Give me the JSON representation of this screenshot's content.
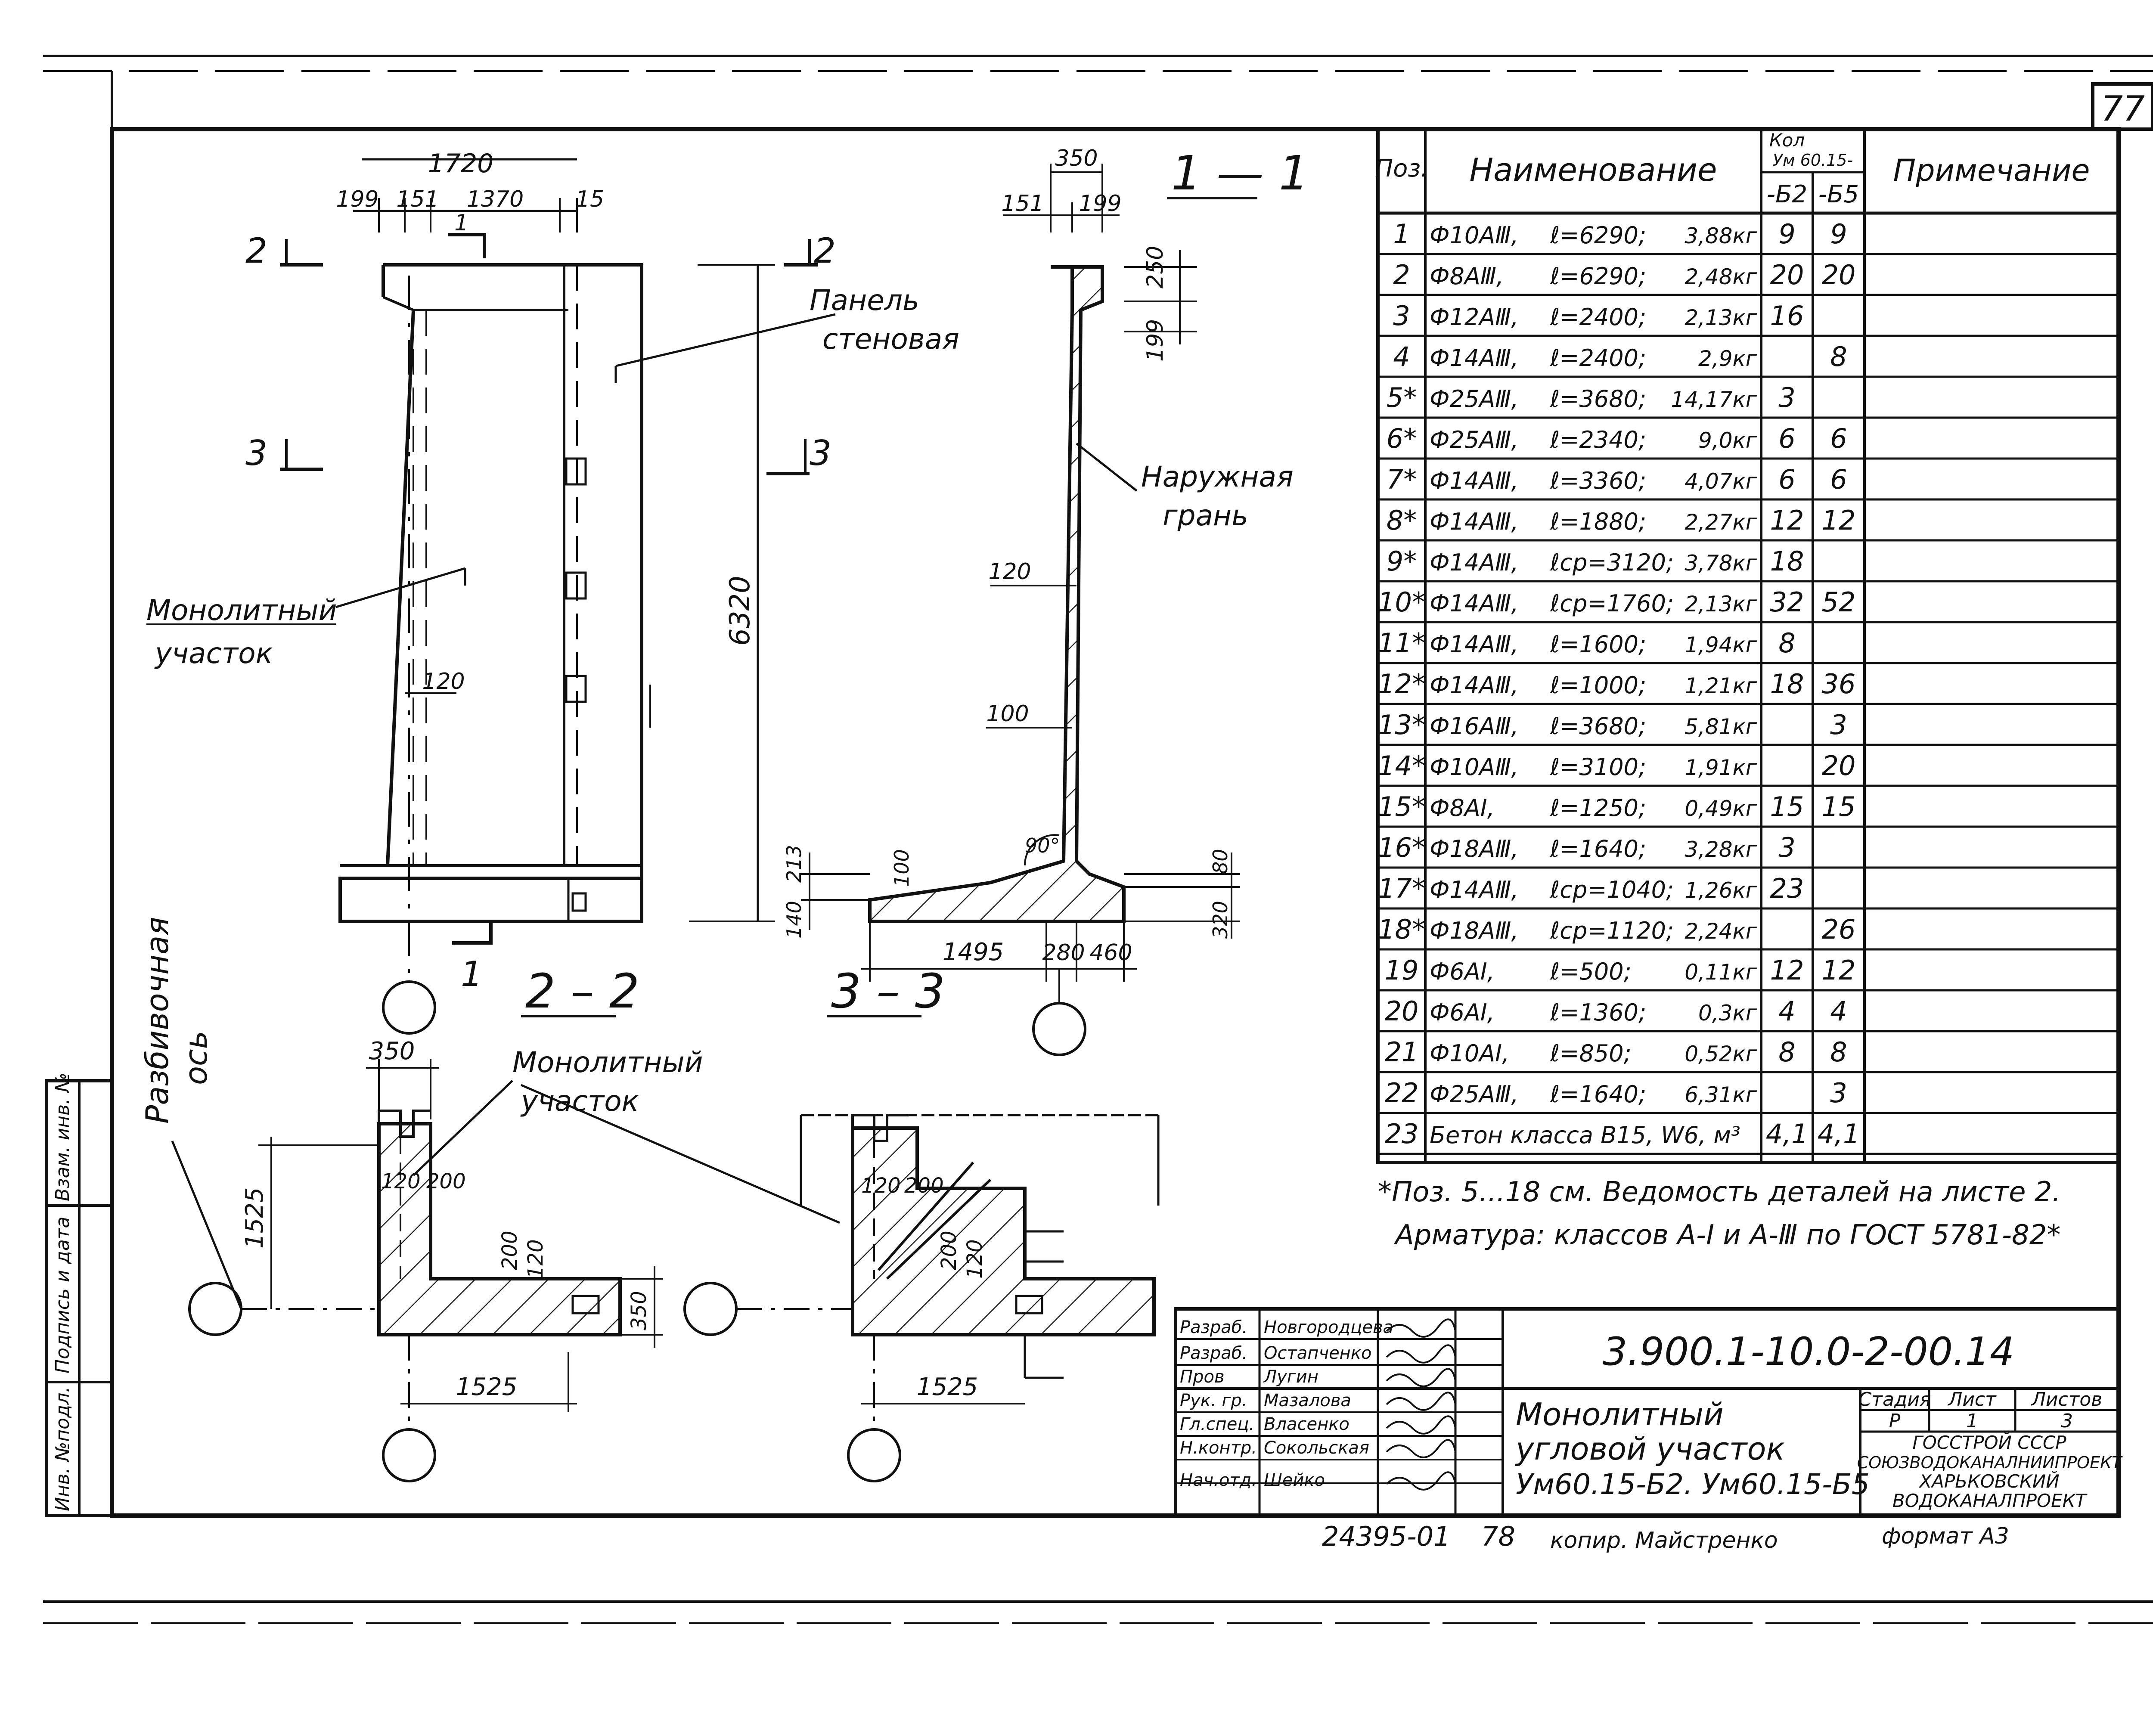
{
  "sheet": {
    "page_number": "77",
    "archive_number": "24395-01",
    "archive_suffix": "78",
    "copied_by": "копир. Майстренко",
    "format": "формат А3"
  },
  "drawing": {
    "dim_1720": "1720",
    "dim_199a": "199",
    "dim_151a": "151",
    "dim_1370": "1370",
    "dim_15": "15",
    "cut_1_top": "1",
    "cut_1_bottom": "1",
    "cut_2_left": "2",
    "cut_2_right": "2",
    "cut_3_left": "3",
    "cut_3_right": "3",
    "label_panel_1": "Панель",
    "label_panel_2": "стеновая",
    "label_monolith_1": "Монолитный",
    "label_monolith_2": "участок",
    "dim_120_front": "120",
    "dim_6320": "6320",
    "dim_350_sec": "350",
    "dim_151_sec": "151",
    "dim_199_sec": "199",
    "dim_250": "250",
    "dim_199_side": "199",
    "section_1_1": "1 — 1",
    "label_outer_1": "Наружная",
    "label_outer_2": "грань",
    "dim_120_sec": "120",
    "dim_100_sec": "100",
    "dim_100_low": "100",
    "dim_90": "90°",
    "dim_213": "213",
    "dim_140": "140",
    "dim_80": "80",
    "dim_320": "320",
    "dim_1495": "1495",
    "dim_280": "280",
    "dim_460": "460",
    "section_2_2": "2 – 2",
    "section_3_3": "3 – 3",
    "label_axis_1": "Разбивочная",
    "label_axis_2": "ось",
    "dim_350_plan": "350",
    "label_monolith2_1": "Монолитный",
    "label_monolith2_2": "участок",
    "dim_1525_v": "1525",
    "dim_120_plan": "120",
    "dim_200_plan": "200",
    "dim_200_plan_v": "200",
    "dim_120_plan_v": "120",
    "dim_350_plan_v": "350",
    "dim_1525_h": "1525",
    "dim_200_p3": "200",
    "dim_120_p3": "120",
    "dim_200_p3_v": "200",
    "dim_120_p3_v": "120",
    "dim_1525_p3": "1525"
  },
  "spec_table": {
    "headers": {
      "pos": "Поз.",
      "name": "Наименование",
      "qty_1": "Кол",
      "qty_2": "Ум 60.15-",
      "b2": "-Б2",
      "b5": "-Б5",
      "note": "Примечание"
    },
    "rows": [
      {
        "pos": "1",
        "bar": "Ф10АⅢ,",
        "len": "ℓ=6290;",
        "mass": "3,88кг",
        "b2": "9",
        "b5": "9"
      },
      {
        "pos": "2",
        "bar": "Ф8АⅢ,",
        "len": "ℓ=6290;",
        "mass": "2,48кг",
        "b2": "20",
        "b5": "20"
      },
      {
        "pos": "3",
        "bar": "Ф12АⅢ,",
        "len": "ℓ=2400;",
        "mass": "2,13кг",
        "b2": "16",
        "b5": ""
      },
      {
        "pos": "4",
        "bar": "Ф14АⅢ,",
        "len": "ℓ=2400;",
        "mass": "2,9кг",
        "b2": "",
        "b5": "8"
      },
      {
        "pos": "5*",
        "bar": "Ф25АⅢ,",
        "len": "ℓ=3680;",
        "mass": "14,17кг",
        "b2": "3",
        "b5": ""
      },
      {
        "pos": "6*",
        "bar": "Ф25АⅢ,",
        "len": "ℓ=2340;",
        "mass": "9,0кг",
        "b2": "6",
        "b5": "6"
      },
      {
        "pos": "7*",
        "bar": "Ф14АⅢ,",
        "len": "ℓ=3360;",
        "mass": "4,07кг",
        "b2": "6",
        "b5": "6"
      },
      {
        "pos": "8*",
        "bar": "Ф14АⅢ,",
        "len": "ℓ=1880;",
        "mass": "2,27кг",
        "b2": "12",
        "b5": "12"
      },
      {
        "pos": "9*",
        "bar": "Ф14АⅢ,",
        "len": "ℓср=3120;",
        "mass": "3,78кг",
        "b2": "18",
        "b5": ""
      },
      {
        "pos": "10*",
        "bar": "Ф14АⅢ,",
        "len": "ℓср=1760;",
        "mass": "2,13кг",
        "b2": "32",
        "b5": "52"
      },
      {
        "pos": "11*",
        "bar": "Ф14АⅢ,",
        "len": "ℓ=1600;",
        "mass": "1,94кг",
        "b2": "8",
        "b5": ""
      },
      {
        "pos": "12*",
        "bar": "Ф14АⅢ,",
        "len": "ℓ=1000;",
        "mass": "1,21кг",
        "b2": "18",
        "b5": "36"
      },
      {
        "pos": "13*",
        "bar": "Ф16АⅢ,",
        "len": "ℓ=3680;",
        "mass": "5,81кг",
        "b2": "",
        "b5": "3"
      },
      {
        "pos": "14*",
        "bar": "Ф10АⅢ,",
        "len": "ℓ=3100;",
        "mass": "1,91кг",
        "b2": "",
        "b5": "20"
      },
      {
        "pos": "15*",
        "bar": "Ф8АⅠ,",
        "len": "ℓ=1250;",
        "mass": "0,49кг",
        "b2": "15",
        "b5": "15"
      },
      {
        "pos": "16*",
        "bar": "Ф18АⅢ,",
        "len": "ℓ=1640;",
        "mass": "3,28кг",
        "b2": "3",
        "b5": ""
      },
      {
        "pos": "17*",
        "bar": "Ф14АⅢ,",
        "len": "ℓср=1040;",
        "mass": "1,26кг",
        "b2": "23",
        "b5": ""
      },
      {
        "pos": "18*",
        "bar": "Ф18АⅢ,",
        "len": "ℓср=1120;",
        "mass": "2,24кг",
        "b2": "",
        "b5": "26"
      },
      {
        "pos": "19",
        "bar": "Ф6АⅠ,",
        "len": "ℓ=500;",
        "mass": "0,11кг",
        "b2": "12",
        "b5": "12"
      },
      {
        "pos": "20",
        "bar": "Ф6АⅠ,",
        "len": "ℓ=1360;",
        "mass": "0,3кг",
        "b2": "4",
        "b5": "4"
      },
      {
        "pos": "21",
        "bar": "Ф10АⅠ,",
        "len": "ℓ=850;",
        "mass": "0,52кг",
        "b2": "8",
        "b5": "8"
      },
      {
        "pos": "22",
        "bar": "Ф25АⅢ,",
        "len": "ℓ=1640;",
        "mass": "6,31кг",
        "b2": "",
        "b5": "3"
      },
      {
        "pos": "23",
        "bar": "Бетон класса В15, W6, м³",
        "len": "",
        "mass": "",
        "b2": "4,1",
        "b5": "4,1"
      }
    ]
  },
  "notes": {
    "line_1": "*Поз. 5...18 см. Ведомость деталей на листе 2.",
    "line_2": "Арматура: классов А-Ⅰ и А-Ⅲ по ГОСТ 5781-82*"
  },
  "side_stamp": {
    "col_1": "Инв. №подл.",
    "col_2": "Подпись и дата",
    "col_3": "Взам. инв. №"
  },
  "title_block": {
    "doc_code": "3.900.1-10.0-2-00.14",
    "title_1": "Монолитный",
    "title_2": "угловой участок",
    "title_3": "Ум60.15-Б2. Ум60.15-Б5",
    "stage_label": "Стадия",
    "sheet_label": "Лист",
    "sheets_label": "Листов",
    "stage": "Р",
    "sheet": "1",
    "sheets": "3",
    "org_1": "ГОССТРОЙ СССР",
    "org_2": "СОЮЗВОДОКАНАЛНИИПРОЕКТ",
    "org_3": "ХАРЬКОВСКИЙ",
    "org_4": "ВОДОКАНАЛПРОЕКТ",
    "staff": [
      {
        "role": "Разраб.",
        "name": "Новгородцева"
      },
      {
        "role": "Разраб.",
        "name": "Остапченко"
      },
      {
        "role": "Пров",
        "name": "Лугин"
      },
      {
        "role": "Рук. гр.",
        "name": "Мазалова"
      },
      {
        "role": "Гл.спец.",
        "name": "Власенко"
      },
      {
        "role": "Н.контр.",
        "name": "Сокольская"
      },
      {
        "role": "Нач.отд.",
        "name": "Шейко"
      }
    ]
  }
}
